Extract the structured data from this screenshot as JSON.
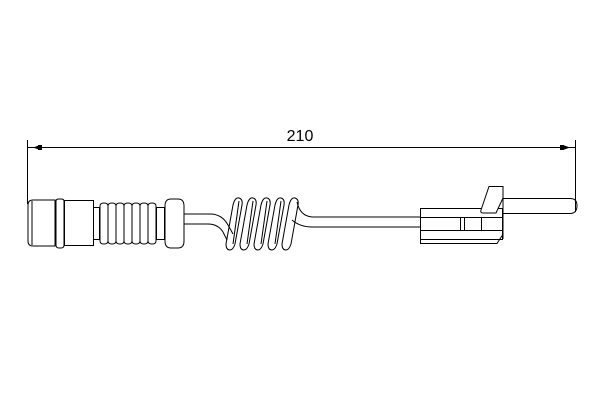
{
  "drawing": {
    "type": "technical-drawing",
    "subject": "brake pad wear warning sensor cable",
    "dimension": {
      "value": "210",
      "orientation": "horizontal"
    },
    "components": [
      {
        "name": "plug-connector",
        "position": "left"
      },
      {
        "name": "corrugated-boot",
        "position": "left"
      },
      {
        "name": "cable",
        "position": "middle"
      },
      {
        "name": "coiled-cable",
        "position": "middle"
      },
      {
        "name": "sensor-housing",
        "position": "right"
      },
      {
        "name": "sensor-pin",
        "position": "right"
      }
    ],
    "colors": {
      "line": "#000000",
      "background": "#ffffff"
    }
  }
}
